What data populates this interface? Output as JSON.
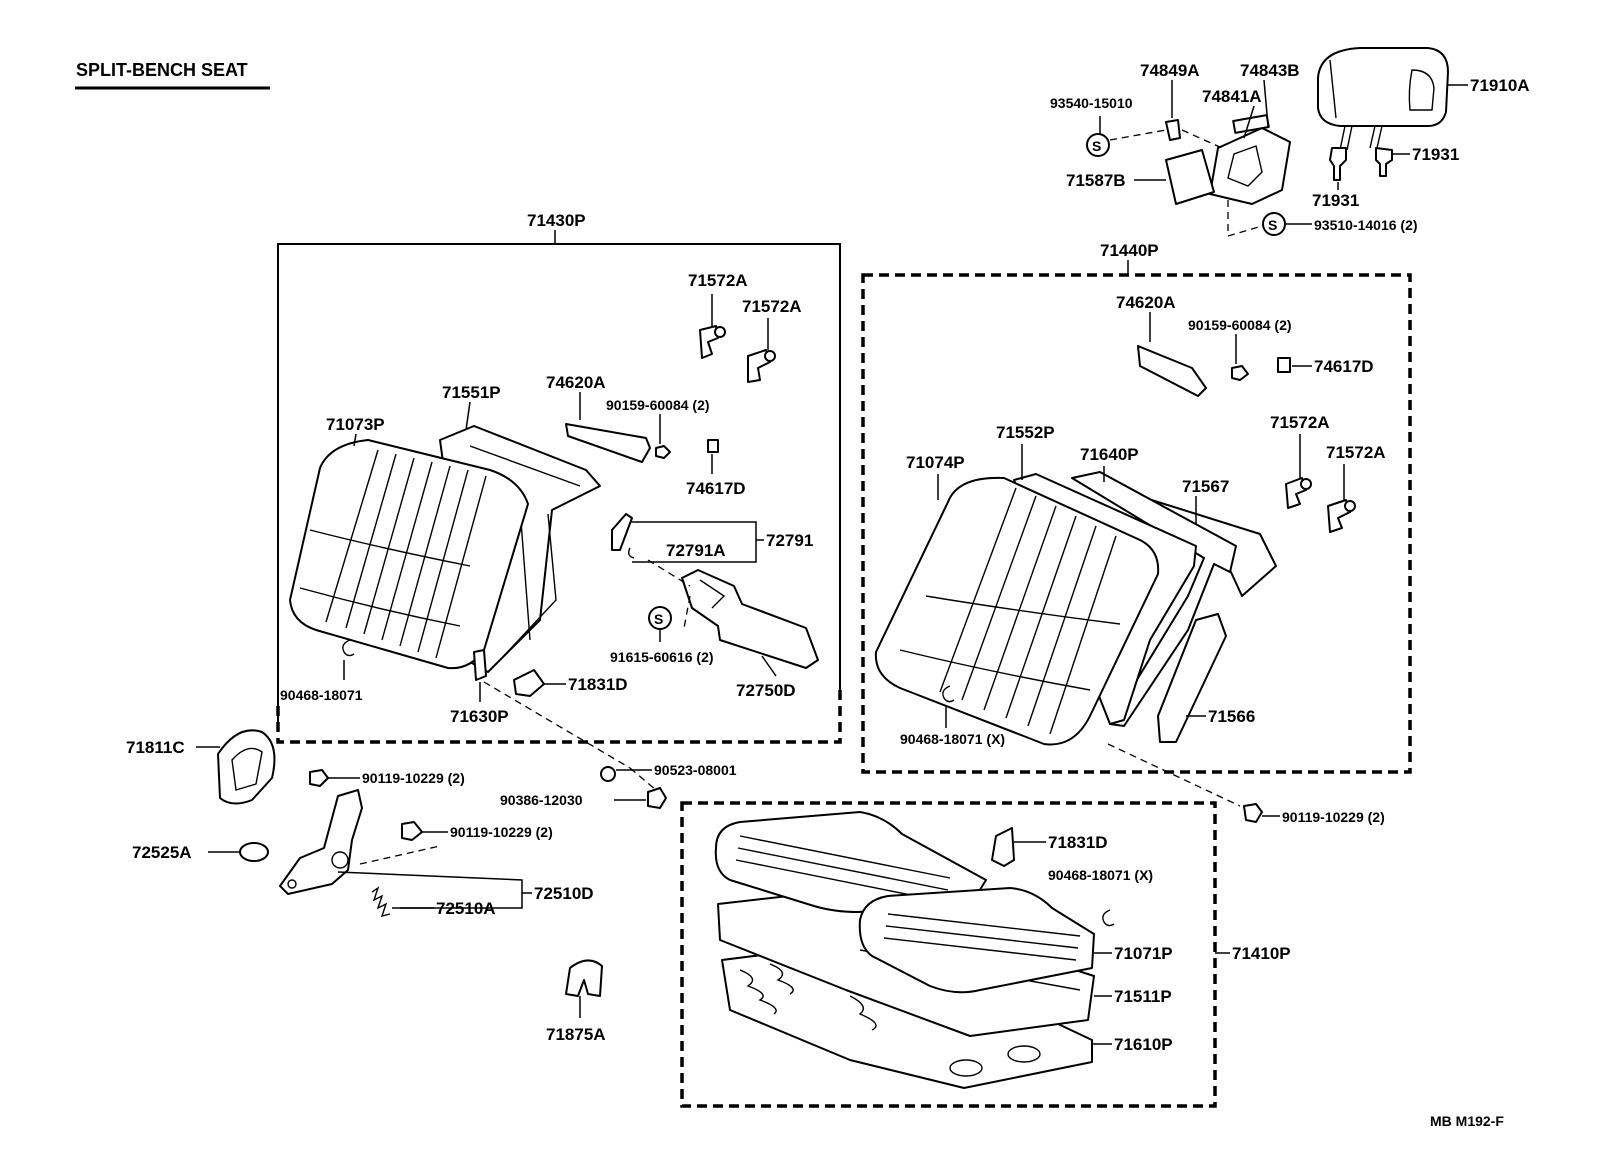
{
  "title": "SPLIT-BENCH SEAT",
  "code": "MB  M192-F",
  "symbol_letter": "S",
  "groups": {
    "seatback_left": "71430P",
    "seatback_right": "71440P",
    "seat_cushion": "71410P"
  },
  "labels": {
    "p74849A": "74849A",
    "p74843B": "74843B",
    "p71910A": "71910A",
    "p93540": "93540-15010",
    "p74841A": "74841A",
    "p71931a": "71931",
    "p71931b": "71931",
    "p71587B": "71587B",
    "p93510": "93510-14016 (2)",
    "p71572A_l1": "71572A",
    "p71572A_l2": "71572A",
    "p74620A_l": "74620A",
    "p71551P": "71551P",
    "p90159_l": "90159-60084 (2)",
    "p71073P": "71073P",
    "p74617D_l": "74617D",
    "p72791": "72791",
    "p72791A": "72791A",
    "p91615": "91615-60616 (2)",
    "p72750D": "72750D",
    "p90468_l": "90468-18071",
    "p71831D_l": "71831D",
    "p71630P": "71630P",
    "p74620A_r": "74620A",
    "p90159_r": "90159-60084 (2)",
    "p74617D_r": "74617D",
    "p71572A_r1": "71572A",
    "p71572A_r2": "71572A",
    "p71552P": "71552P",
    "p71074P": "71074P",
    "p71640P": "71640P",
    "p71567": "71567",
    "p71566": "71566",
    "p90468_r": "90468-18071 (X)",
    "p90119_r": "90119-10229 (2)",
    "p71811C": "71811C",
    "p90119_a": "90119-10229 (2)",
    "p90523": "90523-08001",
    "p90386": "90386-12030",
    "p90119_b": "90119-10229 (2)",
    "p72525A": "72525A",
    "p72510D": "72510D",
    "p72510A": "72510A",
    "p71875A": "71875A",
    "p71831D_c": "71831D",
    "p90468_c": "90468-18071 (X)",
    "p71071P": "71071P",
    "p71511P": "71511P",
    "p71610P": "71610P"
  }
}
